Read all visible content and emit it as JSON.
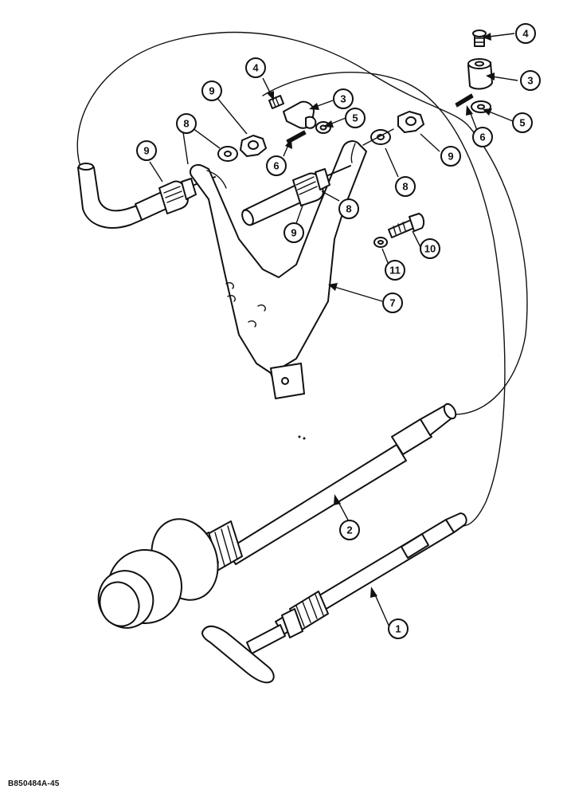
{
  "figure_code": "B850484A-45",
  "callouts": [
    {
      "id": "c1",
      "label": "1"
    },
    {
      "id": "c2",
      "label": "2"
    },
    {
      "id": "c3a",
      "label": "3"
    },
    {
      "id": "c3b",
      "label": "3"
    },
    {
      "id": "c4a",
      "label": "4"
    },
    {
      "id": "c4b",
      "label": "4"
    },
    {
      "id": "c5a",
      "label": "5"
    },
    {
      "id": "c5b",
      "label": "5"
    },
    {
      "id": "c6a",
      "label": "6"
    },
    {
      "id": "c6b",
      "label": "6"
    },
    {
      "id": "c7",
      "label": "7"
    },
    {
      "id": "c8a",
      "label": "8"
    },
    {
      "id": "c8b",
      "label": "8"
    },
    {
      "id": "c8c",
      "label": "8"
    },
    {
      "id": "c9a",
      "label": "9"
    },
    {
      "id": "c9b",
      "label": "9"
    },
    {
      "id": "c9c",
      "label": "9"
    },
    {
      "id": "c9d",
      "label": "9"
    },
    {
      "id": "c10",
      "label": "10"
    },
    {
      "id": "c11",
      "label": "11"
    }
  ]
}
